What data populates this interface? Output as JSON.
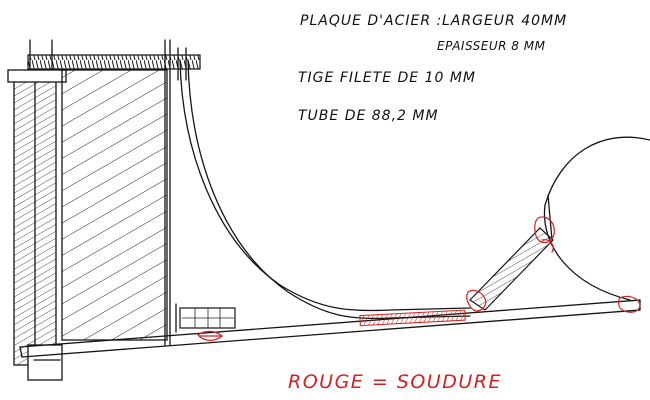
{
  "notes": {
    "plate_label": "PLAQUE D'ACIER :",
    "plate_width": "LARGEUR 40MM",
    "plate_thickness": "EPAISSEUR 8 MM",
    "threaded_rod": "TIGE FILETE DE 10 MM",
    "tube": "TUBE DE 88,2 MM"
  },
  "legend": {
    "weld_text": "ROUGE = SOUDURE",
    "weld_color": "#d81e1e"
  },
  "colors": {
    "ink": "#151515",
    "weld": "#d81e1e"
  }
}
